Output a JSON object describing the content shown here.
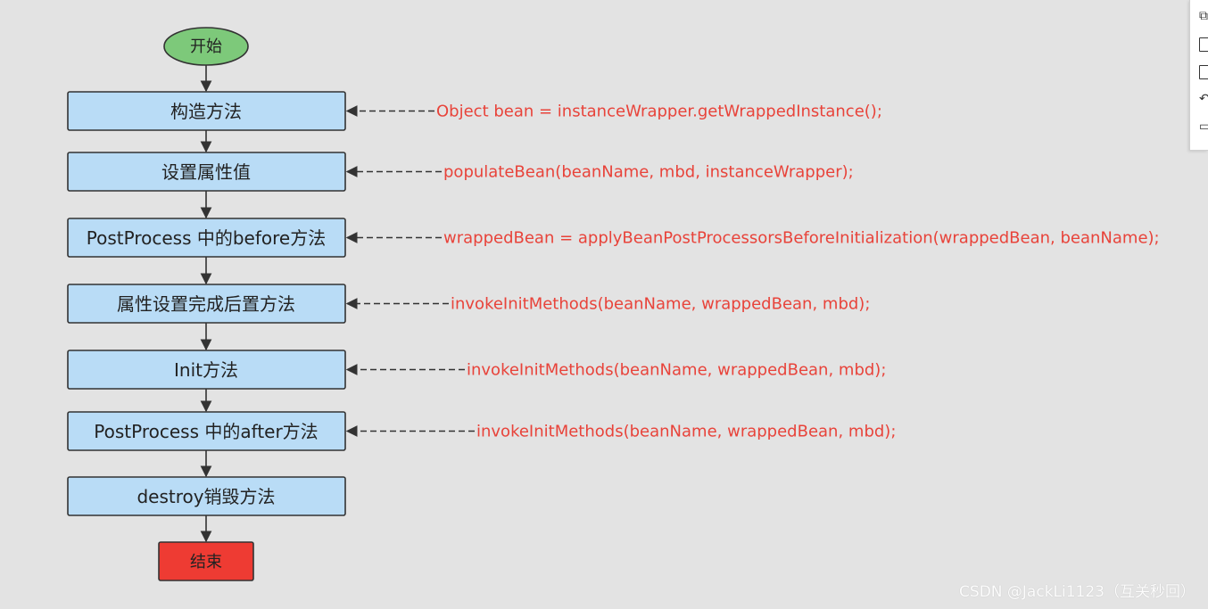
{
  "diagram": {
    "start_label": "开始",
    "end_label": "结束",
    "steps": [
      {
        "label": "构造方法",
        "code": "Object bean = instanceWrapper.getWrappedInstance();"
      },
      {
        "label": "设置属性值",
        "code": "populateBean(beanName, mbd, instanceWrapper);"
      },
      {
        "label": "PostProcess 中的before方法",
        "code": "wrappedBean = applyBeanPostProcessorsBeforeInitialization(wrappedBean, beanName);"
      },
      {
        "label": "属性设置完成后置方法",
        "code": "invokeInitMethods(beanName, wrappedBean, mbd);"
      },
      {
        "label": "Init方法",
        "code": "invokeInitMethods(beanName, wrappedBean, mbd);"
      },
      {
        "label": "PostProcess 中的after方法",
        "code": "invokeInitMethods(beanName, wrappedBean, mbd);"
      },
      {
        "label": "destroy销毁方法",
        "code": ""
      }
    ]
  },
  "colors": {
    "background": "#e3e3e3",
    "start_fill": "#7dc97a",
    "step_fill": "#b9dcf6",
    "end_fill": "#ee3b33",
    "code_text": "#e8433a",
    "line": "#333333"
  },
  "watermark": "CSDN @JackLi1123（互关秒回）",
  "toolbar": {
    "icons": [
      "copy-icon",
      "frame-icon",
      "blank-page-icon",
      "undo-icon",
      "comment-icon"
    ]
  }
}
